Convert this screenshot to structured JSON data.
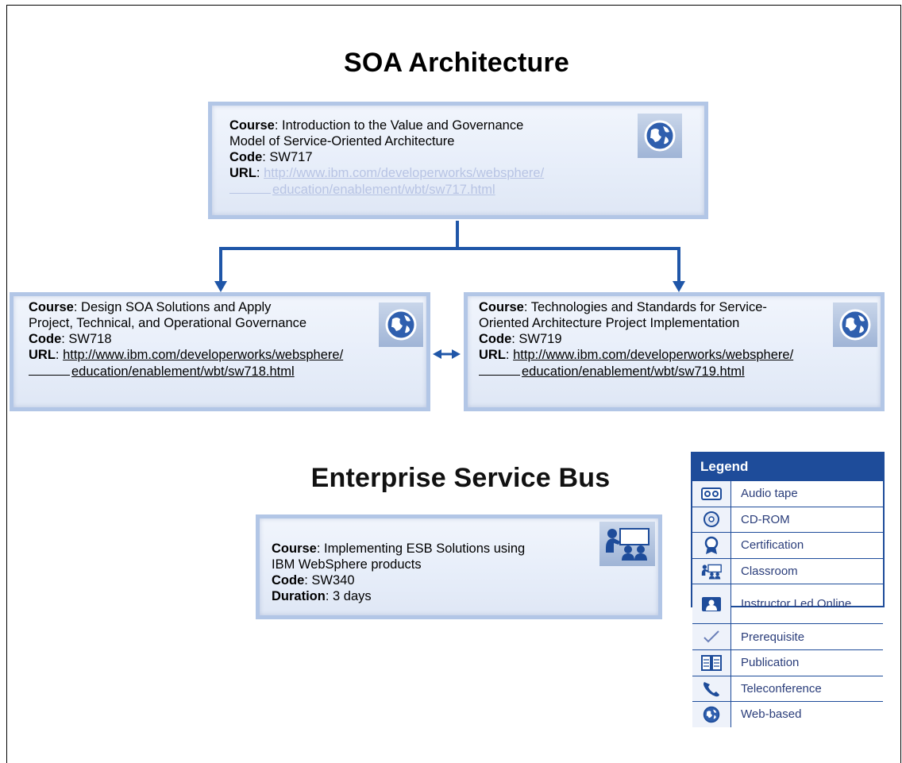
{
  "sections": {
    "soa_title": "SOA Architecture",
    "esb_title": "Enterprise Service Bus"
  },
  "courses": {
    "sw717": {
      "course_label": "Course",
      "course_line1": ": Introduction to the Value and Governance",
      "course_line2": "Model of Service-Oriented Architecture",
      "code_label": "Code",
      "code_value": ": SW717",
      "url_label": "URL",
      "url_line1": "http://www.ibm.com/developerworks/websphere/",
      "url_line2": "education/enablement/wbt/sw717.html",
      "icon": "web-based-icon"
    },
    "sw718": {
      "course_label": "Course",
      "course_line1": ":  Design SOA Solutions and Apply",
      "course_line2": "Project, Technical, and Operational Governance",
      "code_label": "Code",
      "code_value": ": SW718",
      "url_label": "URL",
      "url_line1": "http://www.ibm.com/developerworks/websphere/",
      "url_line2": "education/enablement/wbt/sw718.html",
      "icon": "web-based-icon"
    },
    "sw719": {
      "course_label": "Course",
      "course_line1": ": Technologies and Standards for Service-",
      "course_line2": "Oriented Architecture Project Implementation",
      "code_label": "Code",
      "code_value": ": SW719",
      "url_label": "URL",
      "url_line1": "http://www.ibm.com/developerworks/websphere/",
      "url_line2": "education/enablement/wbt/sw719.html",
      "icon": "web-based-icon"
    },
    "sw340": {
      "course_label": "Course",
      "course_line1": ": Implementing ESB Solutions using",
      "course_line2": "IBM WebSphere products",
      "code_label": "Code",
      "code_value": ": SW340",
      "duration_label": "Duration",
      "duration_value": ": 3 days",
      "icon": "classroom-icon"
    }
  },
  "legend": {
    "title": "Legend",
    "items": [
      {
        "label": "Audio tape",
        "icon": "audio-tape-icon"
      },
      {
        "label": "CD-ROM",
        "icon": "cd-rom-icon"
      },
      {
        "label": "Certification",
        "icon": "certification-icon"
      },
      {
        "label": "Classroom",
        "icon": "classroom-icon"
      },
      {
        "label": "Instructor Led Online",
        "icon": "instructor-led-online-icon"
      },
      {
        "label": "Prerequisite",
        "icon": "prerequisite-icon"
      },
      {
        "label": "Publication",
        "icon": "publication-icon"
      },
      {
        "label": "Teleconference",
        "icon": "teleconference-icon"
      },
      {
        "label": "Web-based",
        "icon": "web-based-icon"
      }
    ]
  },
  "colors": {
    "connector": "#1f56a8",
    "card_border": "#b2c6e6",
    "legend_blue": "#1e4c9a"
  }
}
